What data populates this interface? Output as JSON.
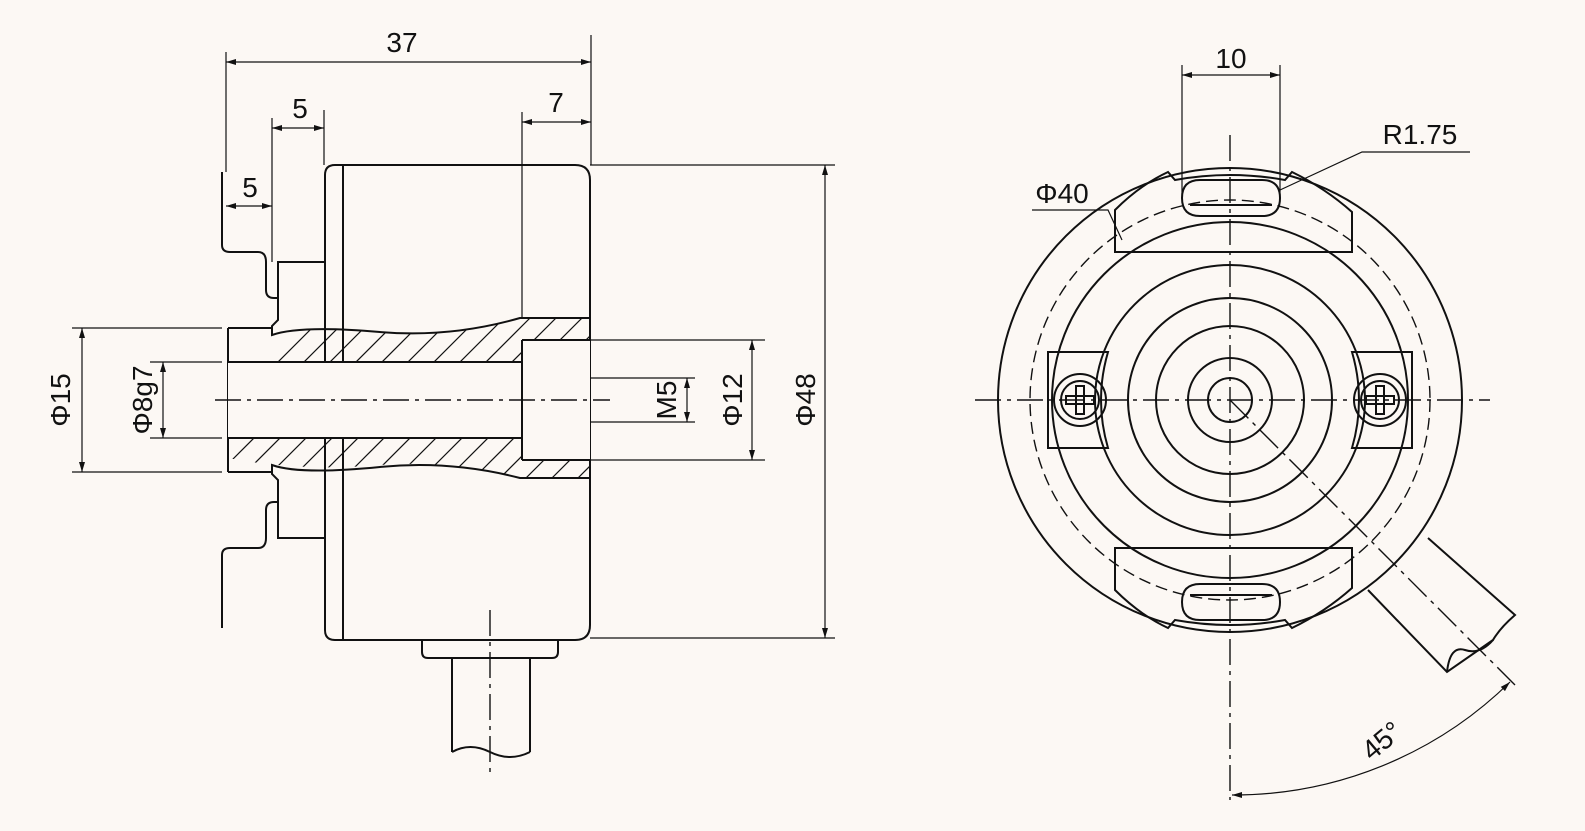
{
  "dimensions": {
    "length_37": "37",
    "flange_5a": "5",
    "flange_5b": "5",
    "end_7": "7",
    "dia_15": "Φ15",
    "dia_8g7": "Φ8g7",
    "thread_m5": "M5",
    "dia_12": "Φ12",
    "dia_48": "Φ48",
    "slot_10": "10",
    "radius_175": "R1.75",
    "pcd_40": "Φ40",
    "angle_45": "45°"
  },
  "colors": {
    "background": "#fcf8f4",
    "line": "#111111"
  }
}
